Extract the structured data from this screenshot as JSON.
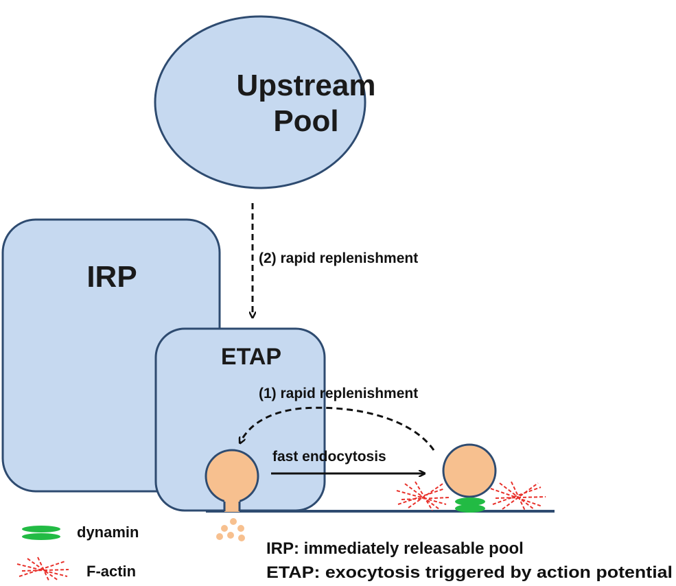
{
  "pools": {
    "upstream": {
      "line1": "Upstream",
      "line2": "Pool"
    },
    "irp": {
      "label": "IRP"
    },
    "etap": {
      "label": "ETAP"
    }
  },
  "arrows": {
    "replenish_2": "(2) rapid replenishment",
    "replenish_1": "(1) rapid replenishment",
    "endocytosis": "fast endocytosis"
  },
  "legend": {
    "dynamin": "dynamin",
    "factin": "F-actin"
  },
  "definitions": {
    "irp": "IRP: immediately releasable pool",
    "etap": "ETAP: exocytosis triggered by action potential"
  },
  "colors": {
    "pool_fill": "#c6d9f0",
    "pool_stroke": "#2e4b70",
    "vesicle_fill": "#f7c08f",
    "vesicle_stroke": "#2e4b70",
    "dynamin": "#22bb44",
    "factin": "#e8302a",
    "membrane": "#2e4b70"
  }
}
